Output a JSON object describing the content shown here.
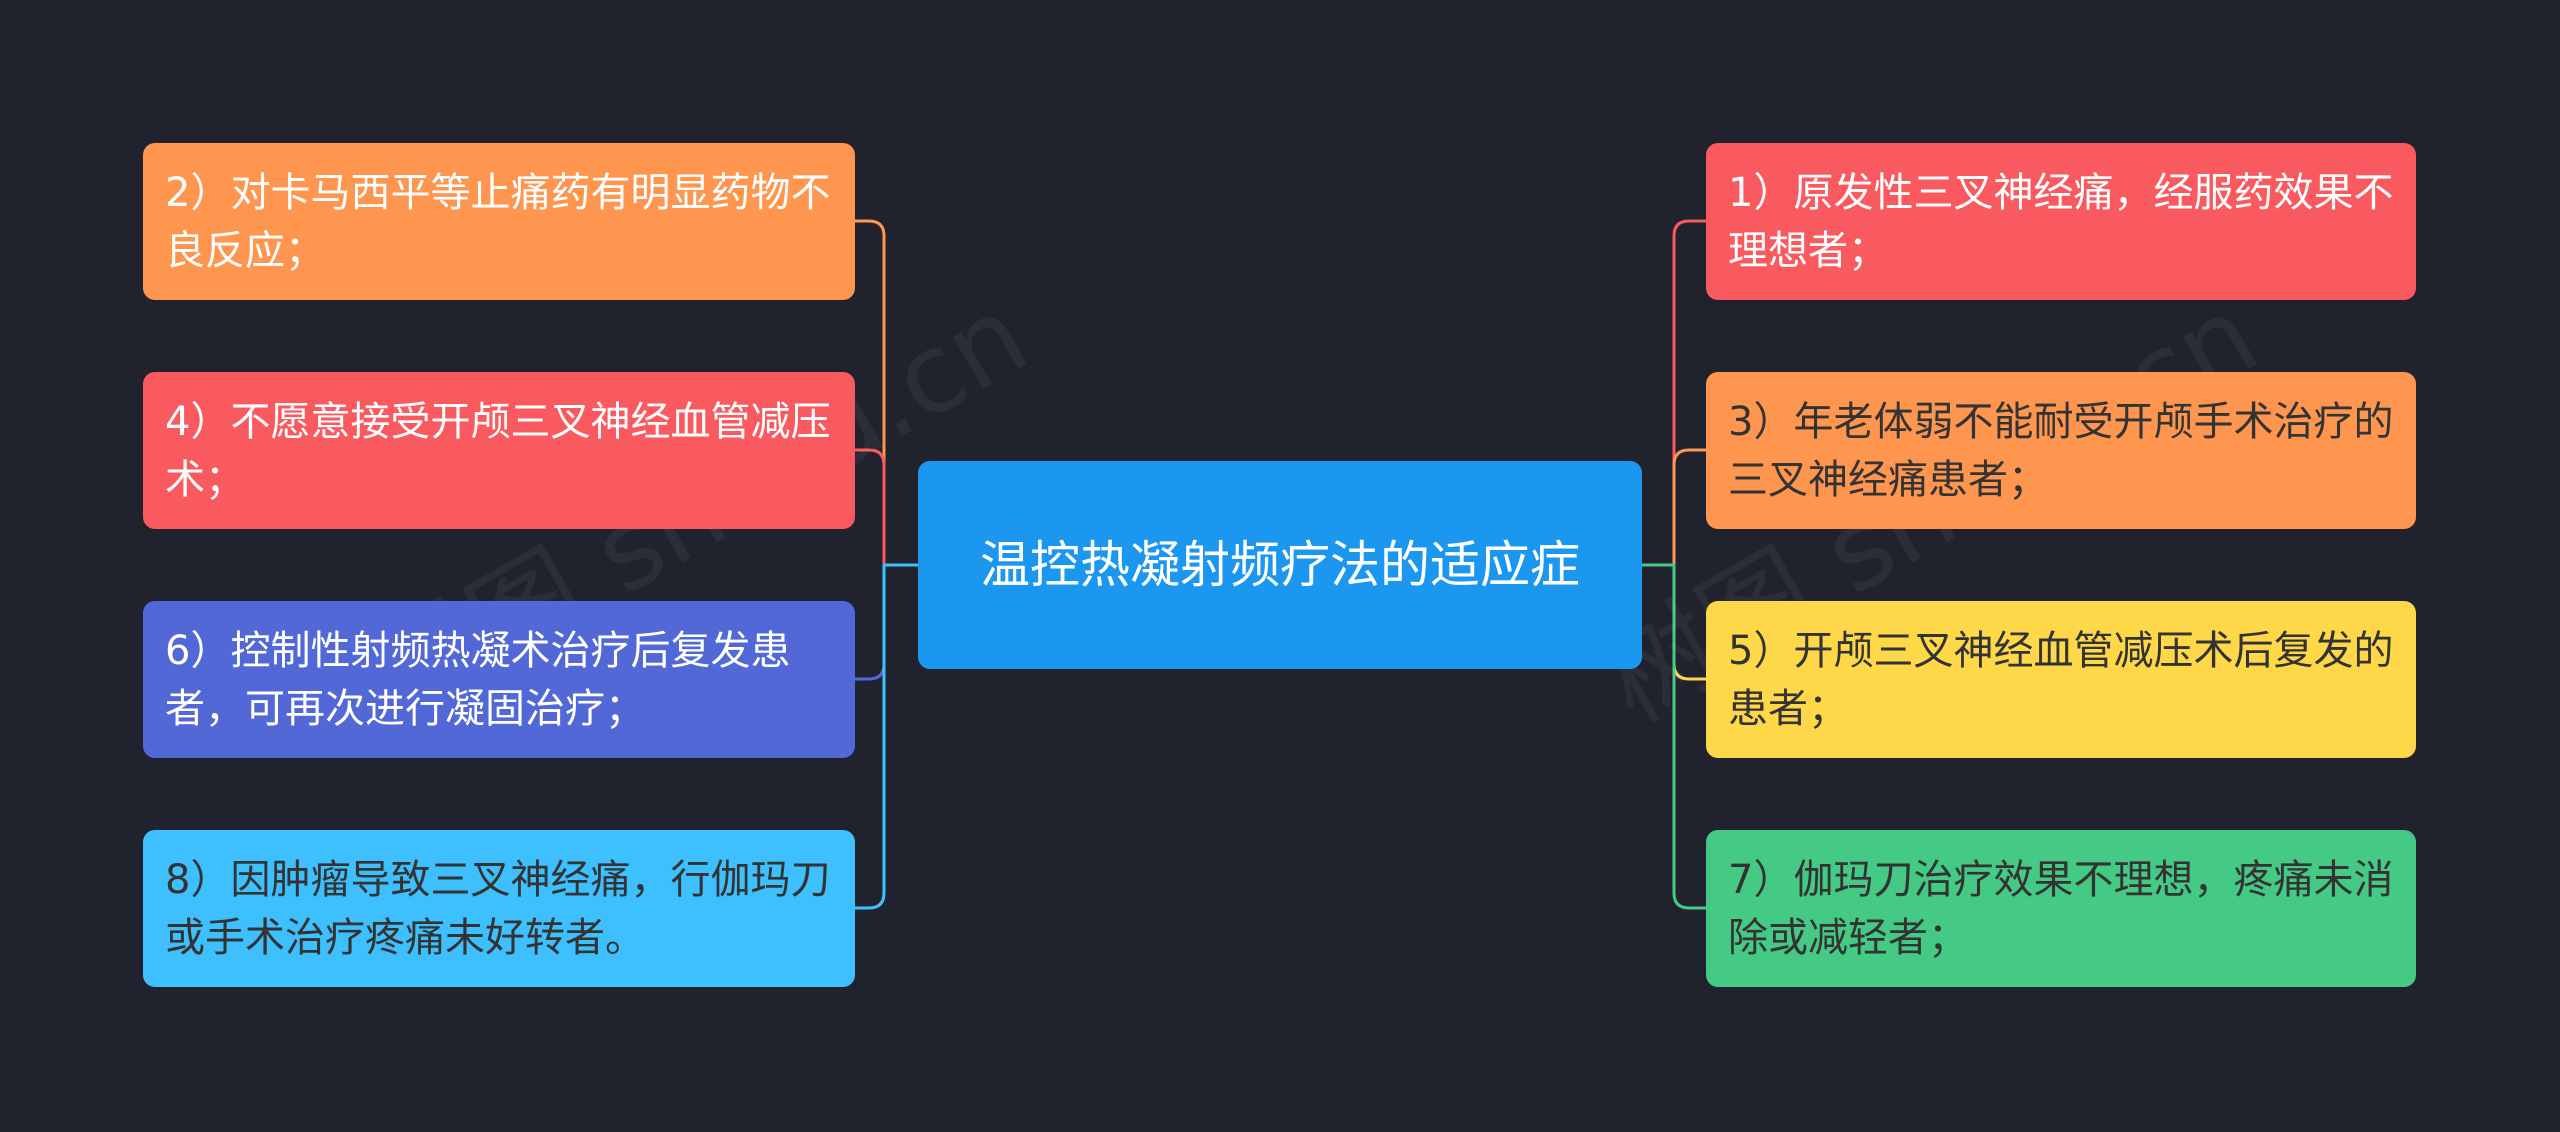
{
  "center": {
    "label": "温控热凝射频疗法的适应症",
    "color": "#1c97ef"
  },
  "left_nodes": [
    {
      "label": "2）对卡马西平等止痛药有明显药物不良反应；",
      "color": "#fe964f"
    },
    {
      "label": "4）不愿意接受开颅三叉神经血管减压术；",
      "color": "#f95a5f"
    },
    {
      "label": "6）控制性射频热凝术治疗后复发患者，可再次进行凝固治疗；",
      "color": "#5268d6"
    },
    {
      "label": "8）因肿瘤导致三叉神经痛，行伽玛刀或手术治疗疼痛未好转者。",
      "color": "#3ec0ff"
    }
  ],
  "right_nodes": [
    {
      "label": "1）原发性三叉神经痛，经服药效果不理想者；",
      "color": "#f95a5f"
    },
    {
      "label": "3）年老体弱不能耐受开颅手术治疗的三叉神经痛患者；",
      "color": "#fe964f"
    },
    {
      "label": "5）开颅三叉神经血管减压术后复发的患者；",
      "color": "#ffd84a"
    },
    {
      "label": "7）伽玛刀治疗效果不理想，疼痛未消除或减轻者；",
      "color": "#45ca85"
    }
  ],
  "watermark": "树图 shutu.cn"
}
